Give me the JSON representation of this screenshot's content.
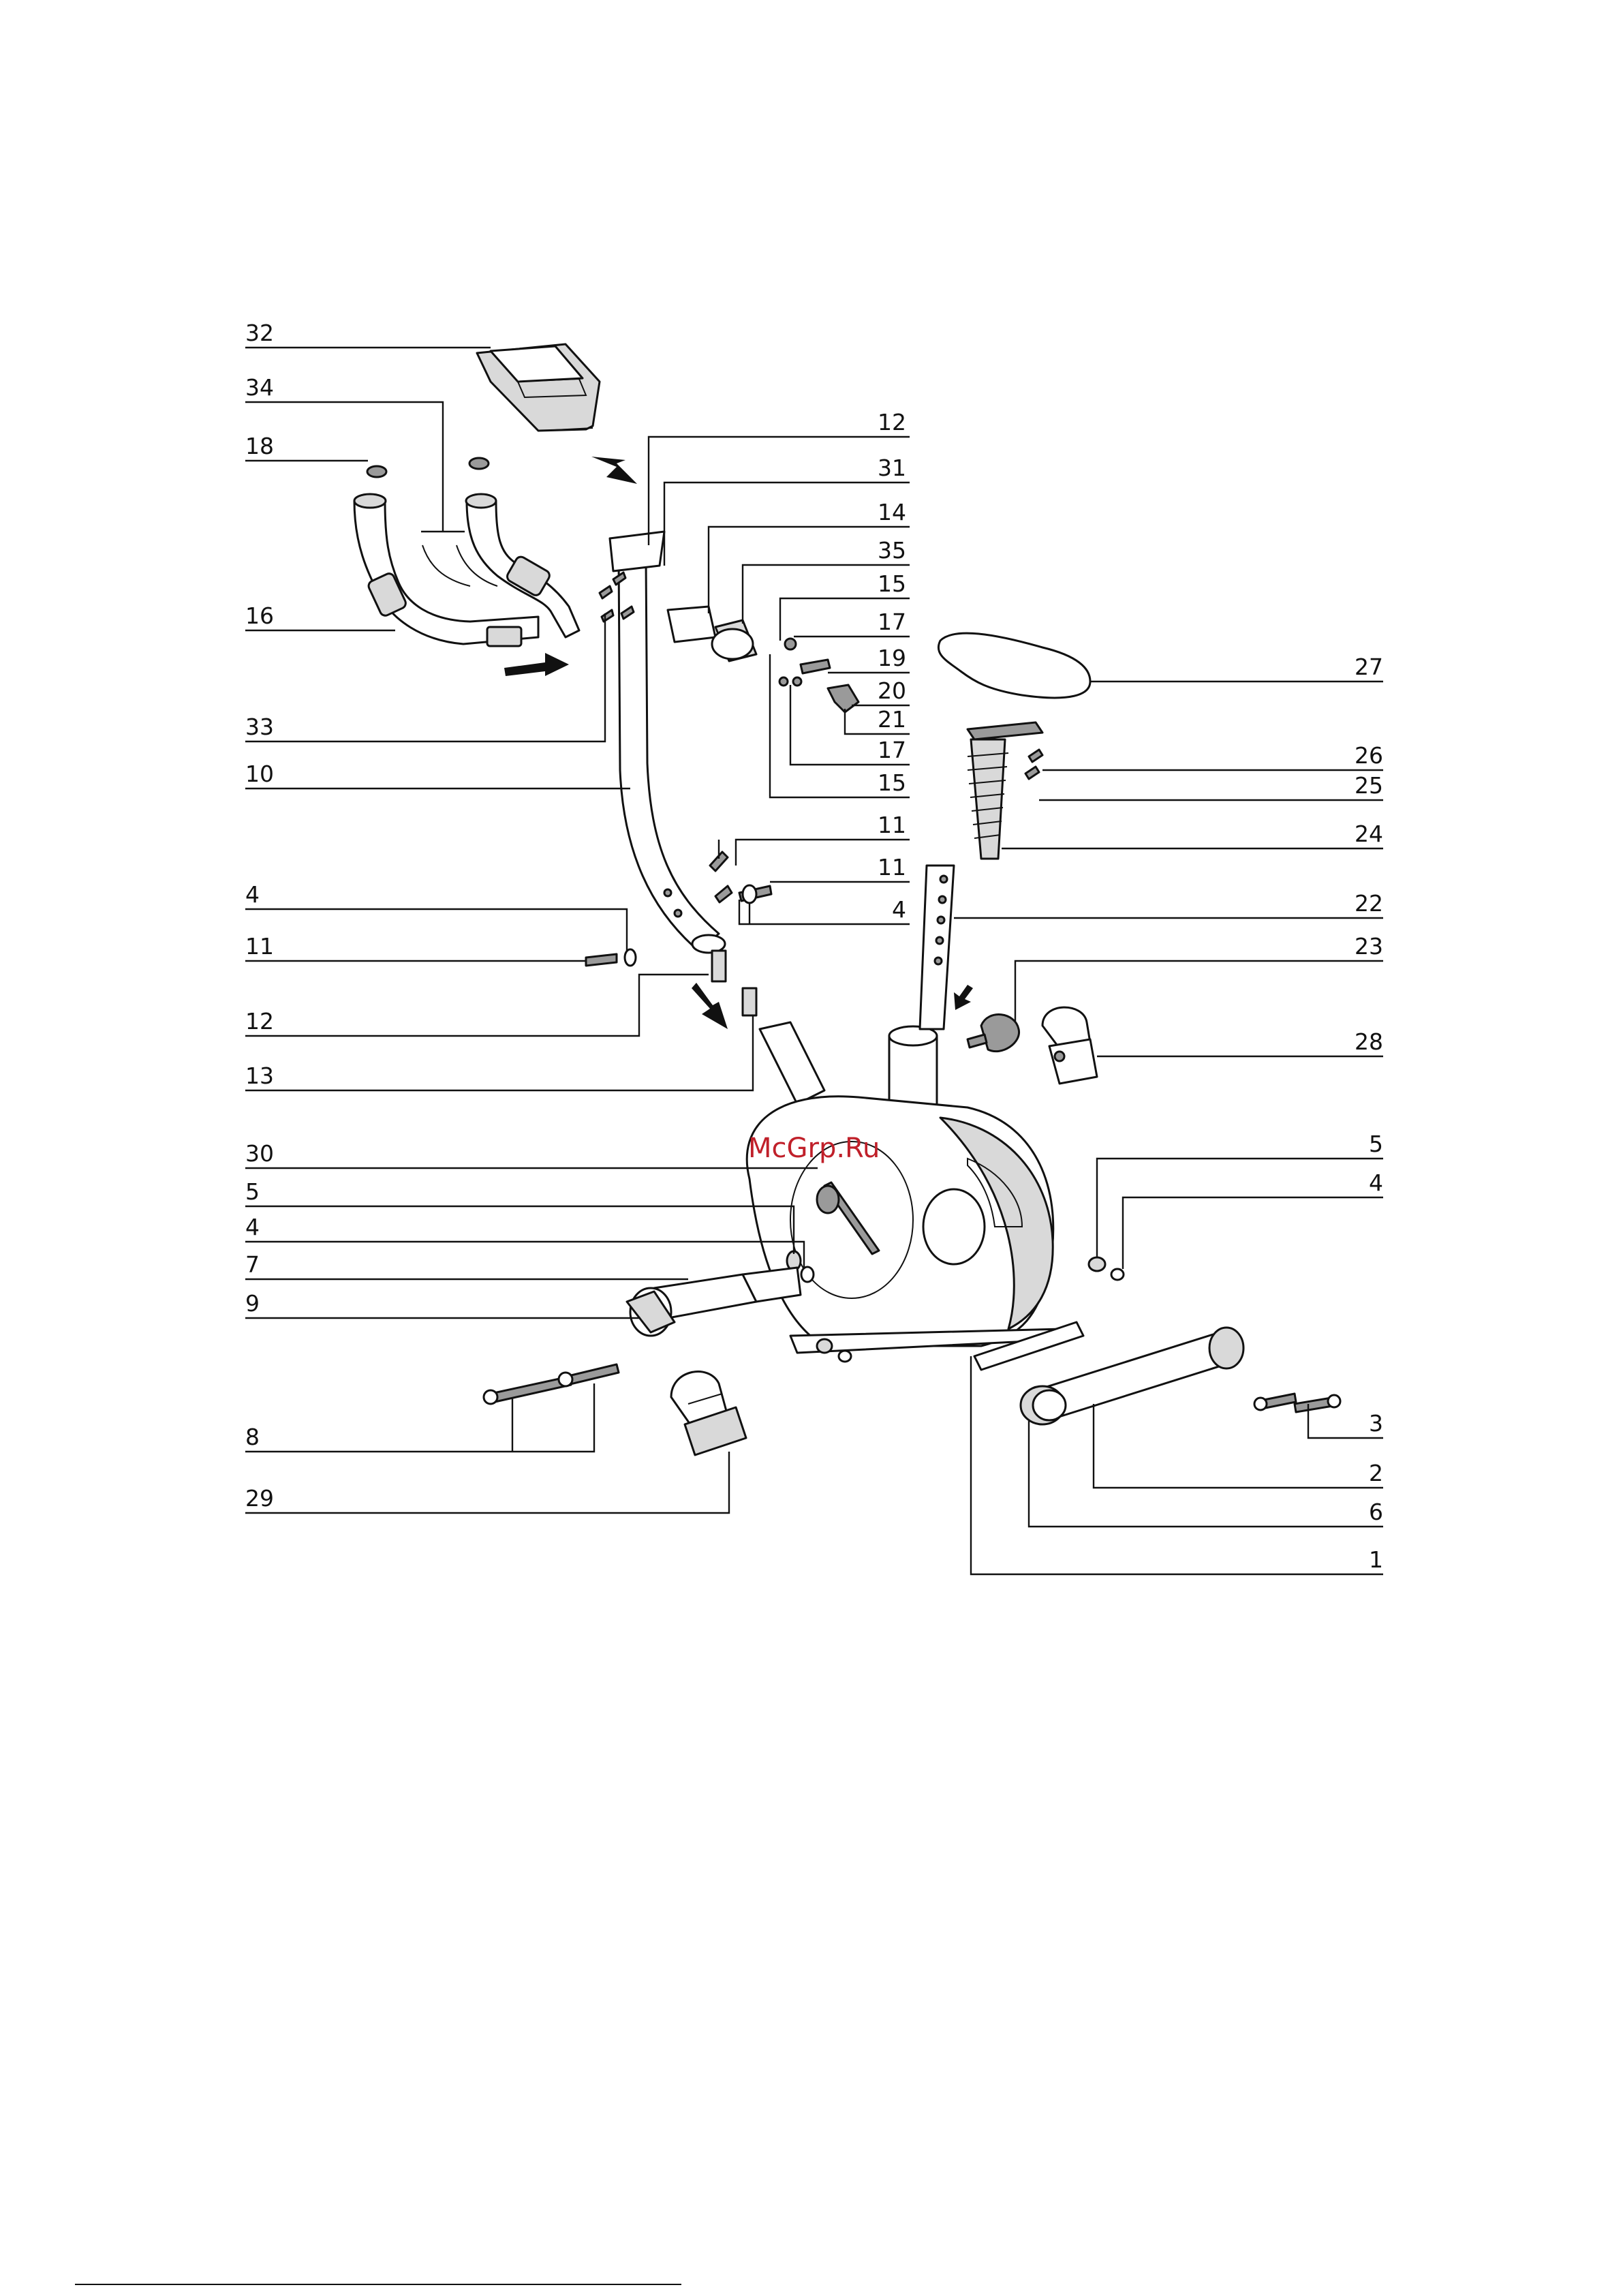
{
  "watermark": "McGrp.Ru",
  "callouts": {
    "c32": "32",
    "c34": "34",
    "c18": "18",
    "c16": "16",
    "c33": "33",
    "c10": "10",
    "c4a": "4",
    "c11a": "11",
    "c12a": "12",
    "c13": "13",
    "c30": "30",
    "c5a": "5",
    "c4b": "4",
    "c7": "7",
    "c9": "9",
    "c8": "8",
    "c29": "29",
    "c12b": "12",
    "c31": "31",
    "c14": "14",
    "c35": "35",
    "c15a": "15",
    "c17a": "17",
    "c19": "19",
    "c20": "20",
    "c21": "21",
    "c17b": "17",
    "c15b": "15",
    "c11b": "11",
    "c11c": "11",
    "c4c": "4",
    "c27": "27",
    "c26": "26",
    "c25": "25",
    "c24": "24",
    "c22": "22",
    "c23": "23",
    "c28": "28",
    "c5b": "5",
    "c4d": "4",
    "c3": "3",
    "c2": "2",
    "c6": "6",
    "c1": "1"
  }
}
